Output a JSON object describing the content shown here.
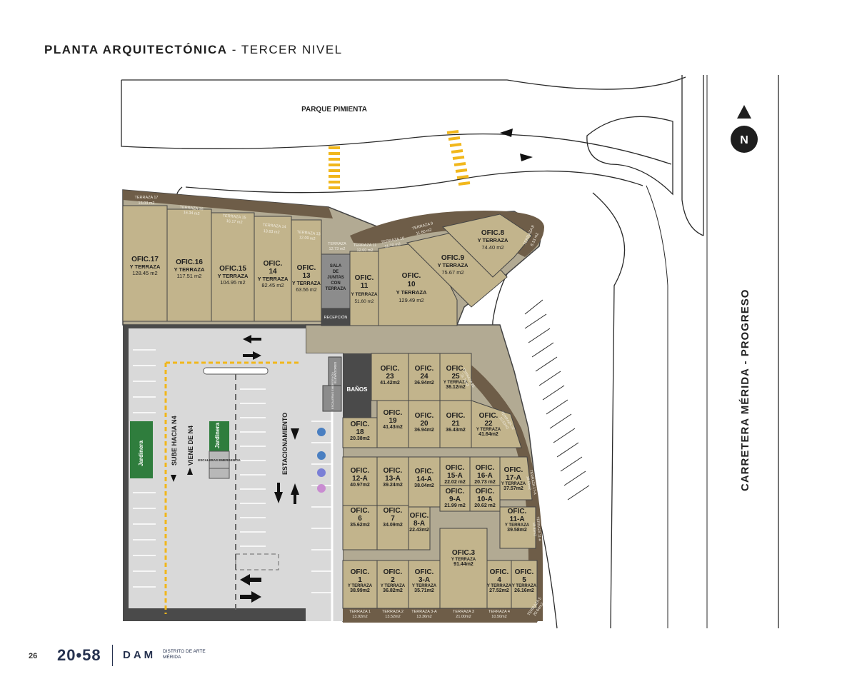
{
  "header": {
    "title_bold": "PLANTA ARQUITECTÓNICA",
    "title_sep": " - ",
    "title_light": "TERCER NIVEL"
  },
  "street_labels": {
    "park": "PARQUE PIMIENTA",
    "highway": "CARRETERA MÉRIDA - PROGRESO",
    "north": "N"
  },
  "offices_north": [
    {
      "name": "OFIC.17",
      "sub": "Y TERRAZA",
      "area": "128.45 m2"
    },
    {
      "name": "OFIC.16",
      "sub": "Y TERRAZA",
      "area": "117.51 m2"
    },
    {
      "name": "OFIC.15",
      "sub": "Y TERRAZA",
      "area": "104.95 m2"
    },
    {
      "name": "OFIC.",
      "num": "14",
      "sub": "Y TERRAZA",
      "area": "82.45 m2"
    },
    {
      "name": "OFIC.",
      "num": "13",
      "sub": "Y TERRAZA",
      "area": "63.56 m2"
    }
  ],
  "terraces_north": [
    {
      "name": "TERRAZA 17",
      "area": "16.03 m2"
    },
    {
      "name": "TERRAZA 16",
      "area": "16.34 m2"
    },
    {
      "name": "TERRAZA 15",
      "area": "16.17 m2"
    },
    {
      "name": "TERRAZA 14",
      "area": "13.63 m2"
    },
    {
      "name": "TERRAZA 13",
      "area": "12.09 m2"
    },
    {
      "name": "TERRAZA",
      "area": "12.73 m2"
    },
    {
      "name": "TERRAZA 11",
      "area": "12.60 m2"
    },
    {
      "name": "TERRAZA 10",
      "area": "11.70 m2"
    },
    {
      "name": "TERRAZA 9",
      "area": "11.60 m2"
    },
    {
      "name": "TERRAZA 8",
      "area": "8.13 m2"
    }
  ],
  "sala": {
    "l1": "SALA",
    "l2": "DE",
    "l3": "JUNTAS",
    "l4": "CON",
    "l5": "TERRAZA"
  },
  "reception": "RECEPCIÓN",
  "offices_curve": [
    {
      "name": "OFIC.",
      "num": "11",
      "sub": "Y TERRAZA",
      "area": "51.60 m2"
    },
    {
      "name": "OFIC.",
      "num": "10",
      "sub": "Y TERRAZA",
      "area": "129.49 m2"
    },
    {
      "name": "OFIC.9",
      "sub": "Y TERRAZA",
      "area": "75.67 m2"
    },
    {
      "name": "OFIC.8",
      "sub": "Y TERRAZA",
      "area": "74.40 m2"
    }
  ],
  "services": {
    "baths": "BAÑOS",
    "elevators": "ELEVADORES",
    "stairs": "ESCALERAS EMERGENCIA"
  },
  "offices_grid": [
    {
      "name": "OFIC.",
      "num": "23",
      "area": "41.42m2"
    },
    {
      "name": "OFIC.",
      "num": "24",
      "area": "36.94m2"
    },
    {
      "name": "OFIC.",
      "num": "25",
      "sub": "Y TERRAZA",
      "area": "36.12m2"
    },
    {
      "name": "OFIC.",
      "num": "18",
      "area": "20.38m2"
    },
    {
      "name": "OFIC.",
      "num": "19",
      "area": "41.43m2"
    },
    {
      "name": "OFIC.",
      "num": "20",
      "area": "36.94m2"
    },
    {
      "name": "OFIC.",
      "num": "21",
      "area": "36.43m2"
    },
    {
      "name": "OFIC.",
      "num": "22",
      "sub": "Y TERRAZA",
      "area": "41.64m2"
    },
    {
      "name": "OFIC.",
      "num": "12-A",
      "area": "40.97m2"
    },
    {
      "name": "OFIC.",
      "num": "13-A",
      "area": "39.24m2"
    },
    {
      "name": "OFIC.",
      "num": "14-A",
      "area": "38.04m2"
    },
    {
      "name": "OFIC.",
      "num": "15-A",
      "area": "22.02 m2"
    },
    {
      "name": "OFIC.",
      "num": "16-A",
      "area": "20.73 m2"
    },
    {
      "name": "OFIC.",
      "num": "17-A",
      "sub": "Y TERRAZA",
      "area": "37.57m2"
    },
    {
      "name": "OFIC.",
      "num": "9-A",
      "area": "21.99 m2"
    },
    {
      "name": "OFIC.",
      "num": "10-A",
      "area": "20.62 m2"
    },
    {
      "name": "OFIC.",
      "num": "6",
      "area": "35.62m2"
    },
    {
      "name": "OFIC.",
      "num": "7",
      "area": "34.09m2"
    },
    {
      "name": "OFIC.",
      "num": "8-A",
      "area": "22.43m2"
    },
    {
      "name": "OFIC.",
      "num": "11-A",
      "sub": "Y TERRAZA",
      "area": "39.58m2"
    },
    {
      "name": "OFIC.3",
      "sub": "Y TERRAZA",
      "area": "91.44m2"
    },
    {
      "name": "OFIC.",
      "num": "1",
      "sub": "Y TERRAZA",
      "area": "38.99m2"
    },
    {
      "name": "OFIC.",
      "num": "2",
      "sub": "Y TERRAZA",
      "area": "36.82m2"
    },
    {
      "name": "OFIC.",
      "num": "3-A",
      "sub": "Y TERRAZA",
      "area": "35.71m2"
    },
    {
      "name": "OFIC.",
      "num": "4",
      "sub": "Y TERRAZA",
      "area": "27.52m2"
    },
    {
      "name": "OFIC.",
      "num": "5",
      "sub": "Y TERRAZA",
      "area": "26.16m2"
    }
  ],
  "terraces_south": [
    {
      "name": "TERRAZA 1",
      "area": "13.92m2"
    },
    {
      "name": "TERRAZA 2",
      "area": "13.52m2"
    },
    {
      "name": "TERRAZA 3-A",
      "area": "13.36m2"
    },
    {
      "name": "TERRAZA 3",
      "area": "21.00m2"
    },
    {
      "name": "TERRAZA 4",
      "area": "10.50m2"
    },
    {
      "name": "TERRAZA 5",
      "area": "20.64m2"
    }
  ],
  "terraces_east": [
    {
      "name": "TERRAZA 25",
      "area": "21.76m2"
    },
    {
      "name": "TERRAZA 22",
      "area": "22.55m2"
    },
    {
      "name": "TERRAZA 17-A",
      "area": "18.55m2"
    },
    {
      "name": "TERRAZA 11-A",
      "area": "18.33m2"
    }
  ],
  "parking": {
    "label": "ESTACIONAMIENTO",
    "up": "SUBE HACIA N4",
    "down": "VIENE DE N4",
    "planter": "Jardinera",
    "stairs": "ESCALERAS EMERGENCIA"
  },
  "footer": {
    "page": "26",
    "logo": "20•58",
    "brand": "DAM",
    "brand_sub": "DISTRITO DE ARTE MÉRIDA"
  },
  "colors": {
    "office": "#c2b48c",
    "terrace": "#6e5d48",
    "hall": "#b2aa93",
    "parking": "#d9d9d9",
    "wall": "#4a4a4a",
    "planter": "#2f7d3d",
    "crosswalk": "#f1b71c"
  }
}
